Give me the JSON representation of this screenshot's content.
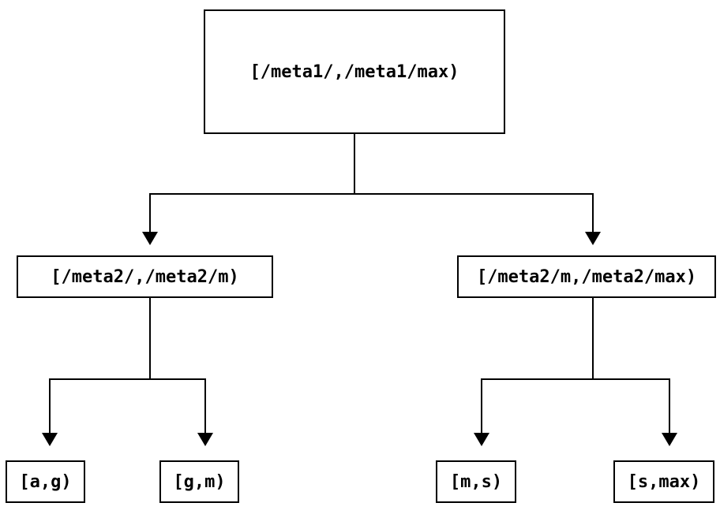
{
  "diagram": {
    "type": "binary-interval-tree",
    "background_color": "#ffffff",
    "line_color": "#000000",
    "root": {
      "label": "[/meta1/,/meta1/max)",
      "children": [
        {
          "label": "[/meta2/,/meta2/m)",
          "children": [
            {
              "label": "[a,g)"
            },
            {
              "label": "[g,m)"
            }
          ]
        },
        {
          "label": "[/meta2/m,/meta2/max)",
          "children": [
            {
              "label": "[m,s)"
            },
            {
              "label": "[s,max)"
            }
          ]
        }
      ]
    }
  }
}
